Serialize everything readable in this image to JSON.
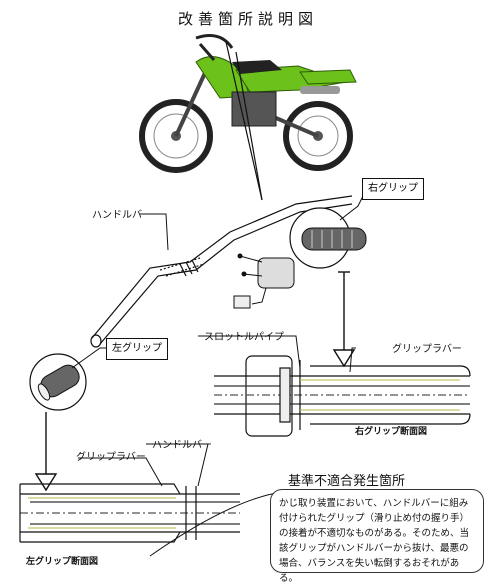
{
  "title": "改善箇所説明図",
  "labels": {
    "handlebar": "ハンドルバー",
    "right_grip": "右グリップ",
    "left_grip": "左グリップ",
    "throttle_pipe": "スロットルパイプ",
    "grip_rubber_right": "グリップラバー",
    "grip_rubber_left": "グリップラバー",
    "handlebar_section": "ハンドルバー"
  },
  "captions": {
    "right_section": "右グリップ断面図",
    "left_section": "左グリップ断面図"
  },
  "defect": {
    "heading": "基準不適合発生箇所",
    "description": "かじ取り装置において、ハンドルバーに組み付けられたグリップ（滑り止め付の握り手）の接着が不適切なものがある。そのため、当該グリップがハンドルバーから抜け、最悪の場合、バランスを失い転倒するおそれがある。"
  },
  "colors": {
    "motorcycle_green": "#6cc21a",
    "line": "#111111"
  }
}
